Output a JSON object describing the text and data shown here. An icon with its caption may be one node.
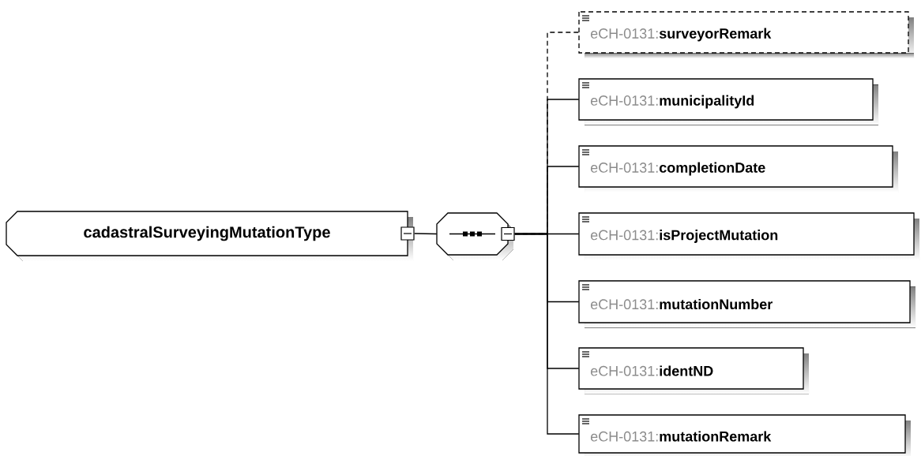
{
  "diagram": {
    "nodes": [
      {
        "text": [
          "cadastralSurveyingMutationType"
        ]
      },
      {
        "text": [],
        "shape": "octagon"
      },
      {
        "text": [
          "eCH-0131:",
          "surveyorRemark"
        ]
      },
      {
        "text": [
          "eCH-0131:",
          "municipalityId"
        ]
      },
      {
        "text": [
          "eCH-0131:",
          "completionDate"
        ]
      },
      {
        "text": [
          "eCH-0131:",
          "isProjectMutation"
        ]
      },
      {
        "text": [
          "eCH-0131:",
          "mutationNumber"
        ]
      },
      {
        "text": [
          "eCH-0131:",
          "identND"
        ]
      },
      {
        "text": [
          "eCH-0131:",
          "mutationRemark"
        ]
      }
    ],
    "edges": [
      {
        "from": 0,
        "to": 1,
        "arrow": "none"
      },
      {
        "from": 1,
        "to": 2,
        "arrow": "none",
        "style": "dashed"
      },
      {
        "from": 1,
        "to": 3,
        "arrow": "none"
      },
      {
        "from": 1,
        "to": 4,
        "arrow": "none"
      },
      {
        "from": 1,
        "to": 5,
        "arrow": "none"
      },
      {
        "from": 1,
        "to": 6,
        "arrow": "none"
      },
      {
        "from": 1,
        "to": 7,
        "arrow": "none"
      },
      {
        "from": 1,
        "to": 8,
        "arrow": "none"
      }
    ]
  }
}
